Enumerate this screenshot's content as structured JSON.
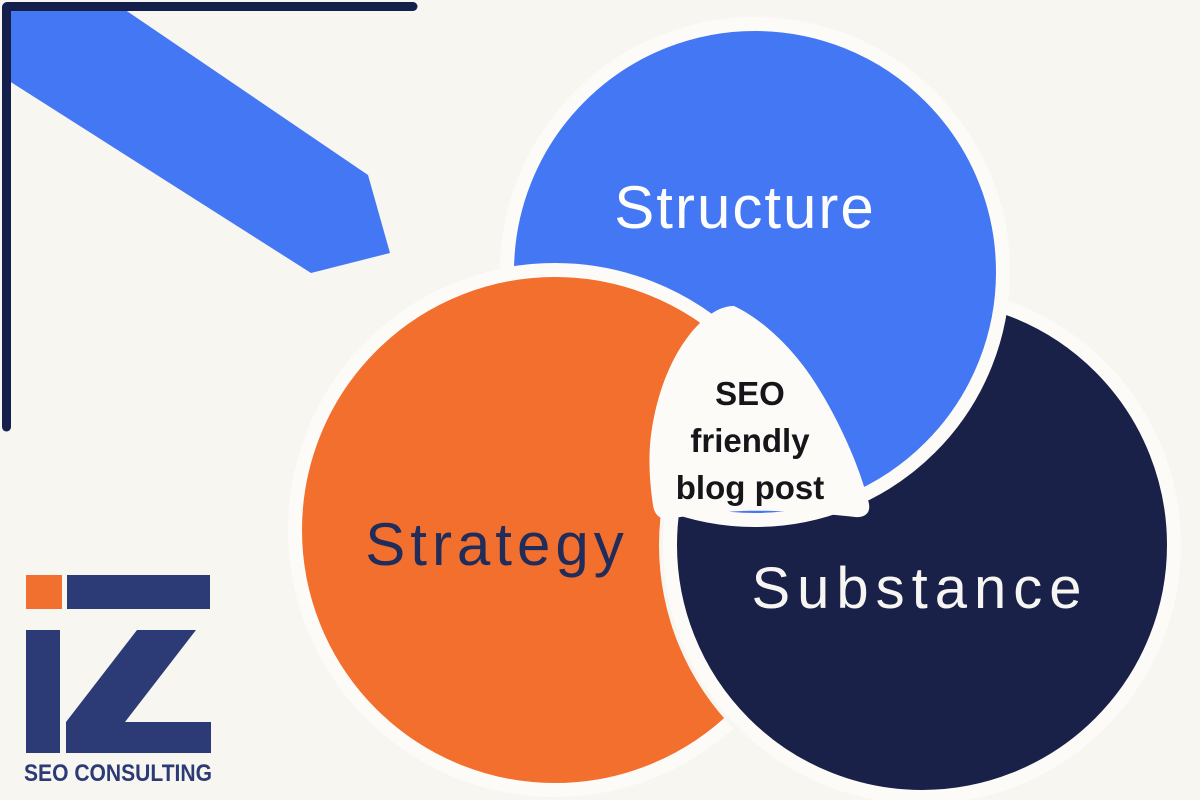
{
  "background_color": "#f8f6f1",
  "rim_color": "#fcfbf8",
  "diagram": {
    "center_label": {
      "lines": [
        "SEO",
        "friendly",
        "blog post"
      ],
      "color": "#15151a"
    },
    "circles": [
      {
        "label": "Structure",
        "color": "#4477f4",
        "label_color": "#fdfdfc"
      },
      {
        "label": "Strategy",
        "color": "#f36f2d",
        "label_color": "#202c5a"
      },
      {
        "label": "Substance",
        "color": "#1a2148",
        "label_color": "#f6f5f1"
      }
    ]
  },
  "decorations": {
    "ribbon_color": "#4477f4",
    "frame_color": "#14204b"
  },
  "logo": {
    "tagline": "SEO CONSULTING",
    "navy": "#2c3b76",
    "orange": "#f1702f"
  }
}
